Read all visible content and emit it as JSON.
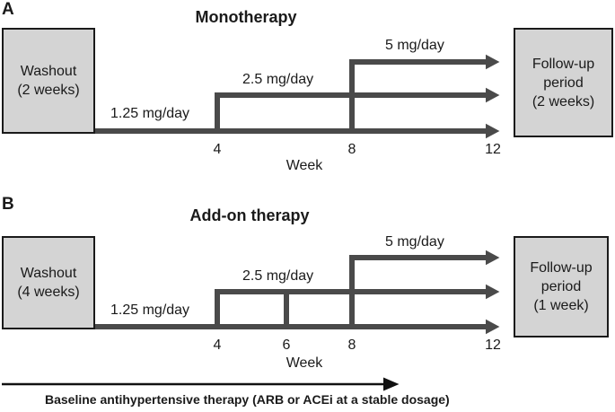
{
  "colors": {
    "line": "#4a4a4a",
    "box_fill": "#d4d4d4",
    "box_border": "#1a1a1a",
    "baseline_arrow": "#111111"
  },
  "panels": [
    {
      "letter": "A",
      "title": "Monotherapy",
      "washout": "Washout\n(2 weeks)",
      "followup": "Follow-up\nperiod\n(2 weeks)",
      "doses": [
        "1.25 mg/day",
        "2.5 mg/day",
        "5 mg/day"
      ],
      "ticks": [
        "4",
        "8",
        "12"
      ],
      "axis_label": "Week"
    },
    {
      "letter": "B",
      "title": "Add-on therapy",
      "washout": "Washout\n(4 weeks)",
      "followup": "Follow-up\nperiod\n(1 week)",
      "doses": [
        "1.25 mg/day",
        "2.5 mg/day",
        "5 mg/day"
      ],
      "ticks": [
        "4",
        "6",
        "8",
        "12"
      ],
      "axis_label": "Week"
    }
  ],
  "baseline": "Baseline antihypertensive therapy (ARB or ACEi at a stable dosage)"
}
